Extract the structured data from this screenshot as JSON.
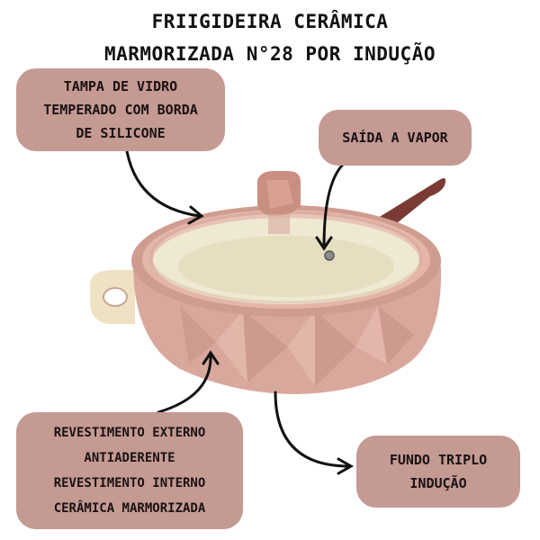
{
  "title": {
    "line1": "Friigideira Cerâmica",
    "line2": "Marmorizada N°28 por Indução"
  },
  "callouts": {
    "lid": [
      "Tampa de vidro",
      "temperado com borda",
      "de silicone"
    ],
    "vapor": [
      "Saída a vapor"
    ],
    "coating": [
      "Revestimento externo",
      "antiaderente",
      "revestimento interno",
      "cerâmica marmorizada"
    ],
    "bottom": [
      "Fundo triplo",
      "indução"
    ]
  },
  "colors": {
    "callout_bg": "#c49a93",
    "pan_body": "#d9a89d",
    "pan_interior": "#ece4c8",
    "handle": "#7a3b34",
    "arrow": "#111111"
  },
  "icons": [
    "curved-arrow-icon"
  ]
}
